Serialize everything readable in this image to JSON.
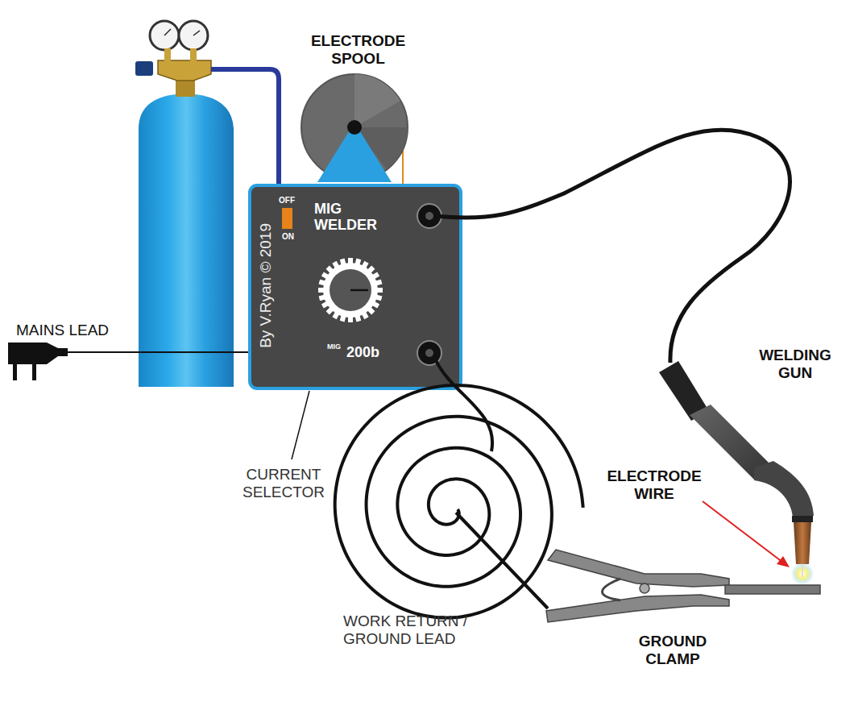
{
  "diagram": {
    "nodes": [
      {
        "text": [
          "MIG WELDER",
          "MIG",
          "200b",
          "OFF",
          "ON",
          "By V.Ryan © 2019"
        ]
      }
    ],
    "labels": [
      "ELECTRODE SPOOL",
      "MAINS LEAD",
      "CURRENT SELECTOR",
      "WELDING GUN",
      "ELECTRODE WIRE",
      "WORK RETURN / GROUND LEAD",
      "GROUND CLAMP"
    ]
  }
}
